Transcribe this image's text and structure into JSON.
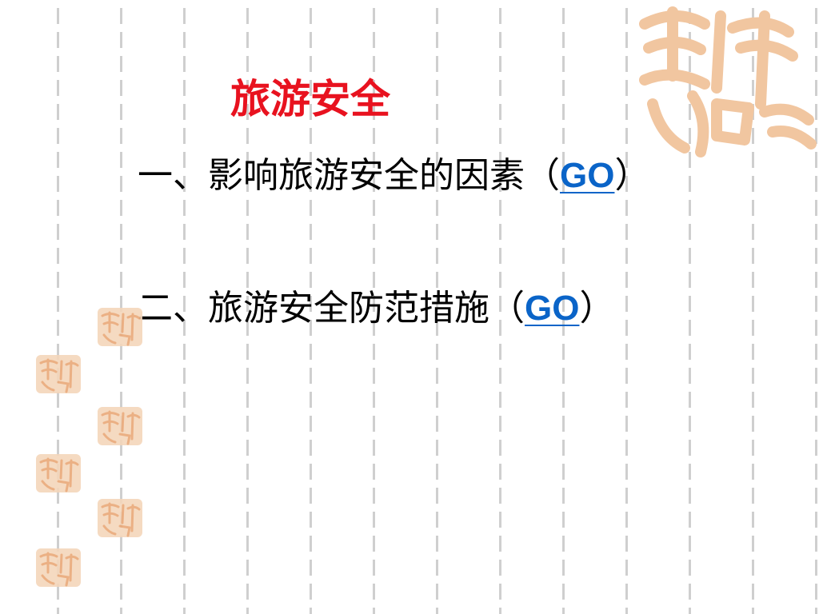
{
  "slide": {
    "title": "旅游安全",
    "items": [
      {
        "label": "一、影响旅游安全的因素（",
        "link": "GO",
        "close": "）"
      },
      {
        "label": "二、旅游安全防范措施（",
        "link": "GO",
        "close": "）"
      }
    ],
    "seal_text": "吉祥如意"
  },
  "colors": {
    "title": "#e8121f",
    "link": "#0a64c8",
    "seal": "#f4d6bb",
    "seal_stroke": "#e9a877"
  },
  "icons": {
    "big_seal": "auspicious-seal-icon",
    "small_seal": "auspicious-seal-icon"
  }
}
